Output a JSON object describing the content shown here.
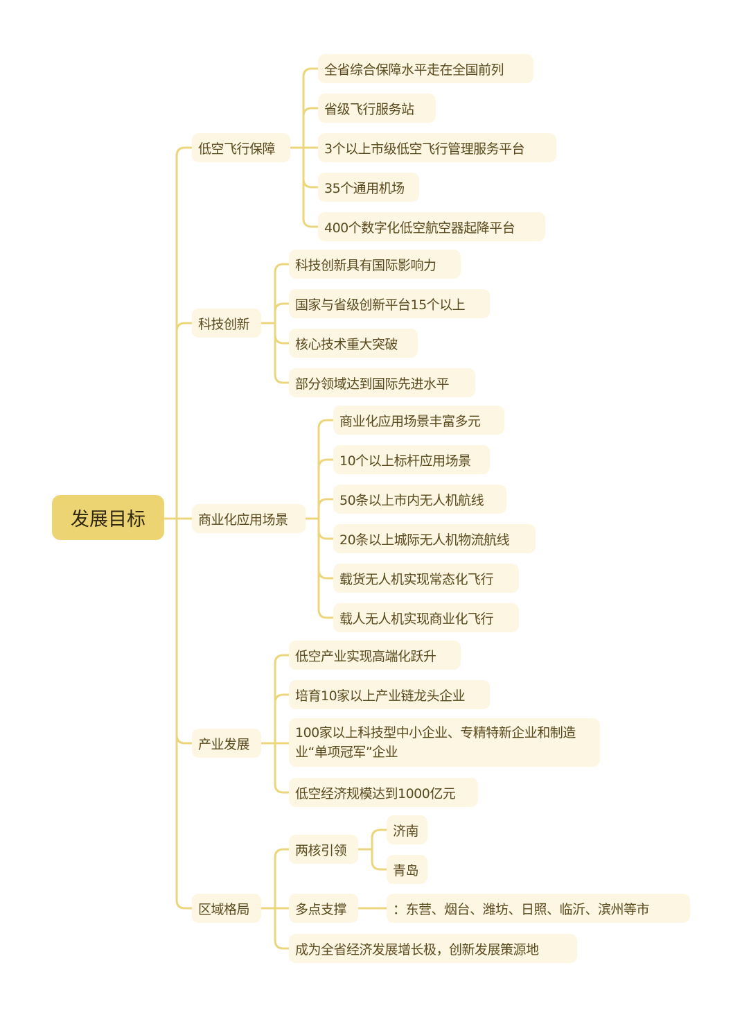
{
  "root": "发展目标",
  "accent_color": "#ecd472",
  "branches": [
    {
      "label": "低空飞行保障",
      "children": [
        "全省综合保障水平走在全国前列",
        "省级飞行服务站",
        "3个以上市级低空飞行管理服务平台",
        "35个通用机场",
        "400个数字化低空航空器起降平台"
      ]
    },
    {
      "label": "科技创新",
      "children": [
        "科技创新具有国际影响力",
        "国家与省级创新平台15个以上",
        "核心技术重大突破",
        "部分领域达到国际先进水平"
      ]
    },
    {
      "label": "商业化应用场景",
      "children": [
        "商业化应用场景丰富多元",
        "10个以上标杆应用场景",
        "50条以上市内无人机航线",
        "20条以上城际无人机物流航线",
        "载货无人机实现常态化飞行",
        "载人无人机实现商业化飞行"
      ]
    },
    {
      "label": "产业发展",
      "children": [
        "低空产业实现高端化跃升",
        "培育10家以上产业链龙头企业",
        "100家以上科技型中小企业、专精特新企业和制造业“单项冠军”企业",
        "低空经济规模达到1000亿元"
      ]
    },
    {
      "label": "区域格局",
      "children": [
        "两核引领",
        "多点支撑",
        "成为全省经济发展增长极，创新发展策源地"
      ],
      "sub": {
        "two_cores": [
          "济南",
          "青岛"
        ],
        "multi_points": "：东营、烟台、潍坊、日照、临沂、滨州等市"
      }
    }
  ]
}
